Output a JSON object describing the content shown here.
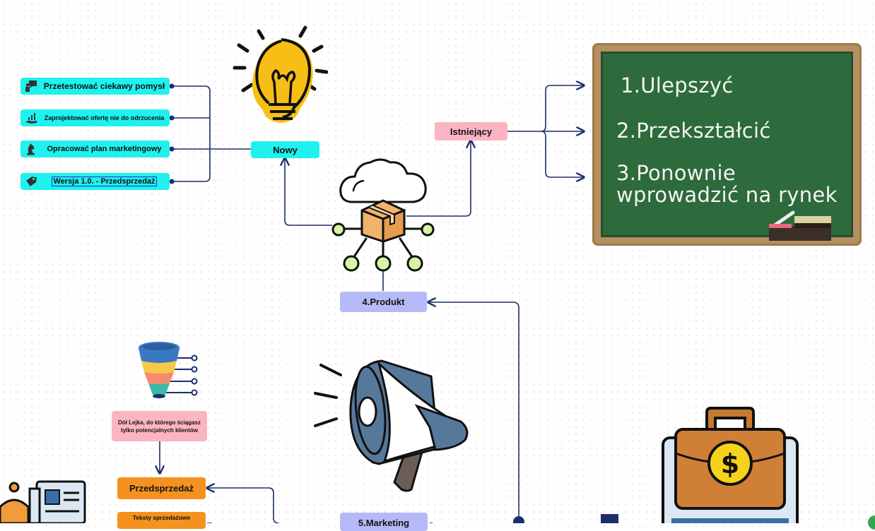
{
  "ideas": [
    {
      "label": "Przetestować ciekawy  pomysł",
      "icon": "presenter-icon"
    },
    {
      "label": "Zaprojektować ofertę nie do odrzucenia",
      "icon": "growth-hand-icon"
    },
    {
      "label": "Opracować plan marketingowy",
      "icon": "chess-knight-icon"
    },
    {
      "label": "Wersja 1.0. -  Przedsprzedaż",
      "icon": "price-tag-icon"
    }
  ],
  "nodes": {
    "nowy": "Nowy",
    "istniejacy": "Istniejący",
    "produkt": "4.Produkt",
    "funnel_note": "Dół Lejka, do którego ściągasz tylko potencjalnych klientów",
    "przedsprzedaz": "Przedsprzedaż",
    "teksty": "Teksty sprzedażowe",
    "marketing": "5.Marketing"
  },
  "board": {
    "items": [
      "1.Ulepszyć",
      "2.Przekształcić",
      "3.Ponownie wprowadzić na rynek"
    ]
  },
  "colors": {
    "cyan": "#1ff2ee",
    "pink": "#fbb4c1",
    "lavender": "#b6b9f7",
    "orange": "#f5921f",
    "connector": "#1c2e6b",
    "board_green": "#2d6a3c",
    "board_frame": "#b08a5c"
  }
}
